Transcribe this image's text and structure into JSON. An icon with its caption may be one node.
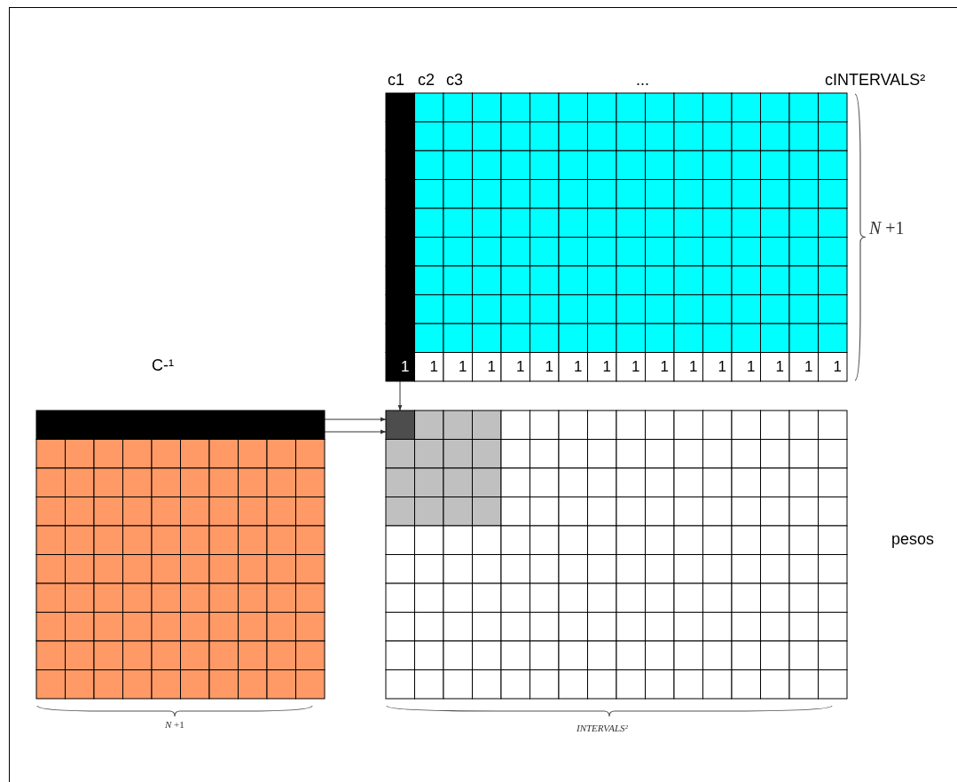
{
  "diagram": {
    "nodes": [
      {
        "text": [
          "c1",
          "c2",
          "c3",
          "...",
          "cINTERVALS²",
          "*N* +1",
          "1",
          "1",
          "1",
          "1",
          "1",
          "1",
          "1",
          "1",
          "1",
          "1",
          "1",
          "1",
          "1",
          "1",
          "1",
          "1"
        ]
      },
      {
        "text": [
          "C-¹"
        ],
        "beside": [
          "*N* +1"
        ]
      },
      {
        "text": [
          "pesos"
        ],
        "beside": [
          "INTERVALS²"
        ]
      }
    ],
    "edges": [
      {
        "from": 1,
        "to": 2,
        "arrow": "to"
      },
      {
        "from": 1,
        "to": 2,
        "arrow": "to"
      },
      {
        "from": 0,
        "to": 2,
        "arrow": "to"
      }
    ]
  }
}
